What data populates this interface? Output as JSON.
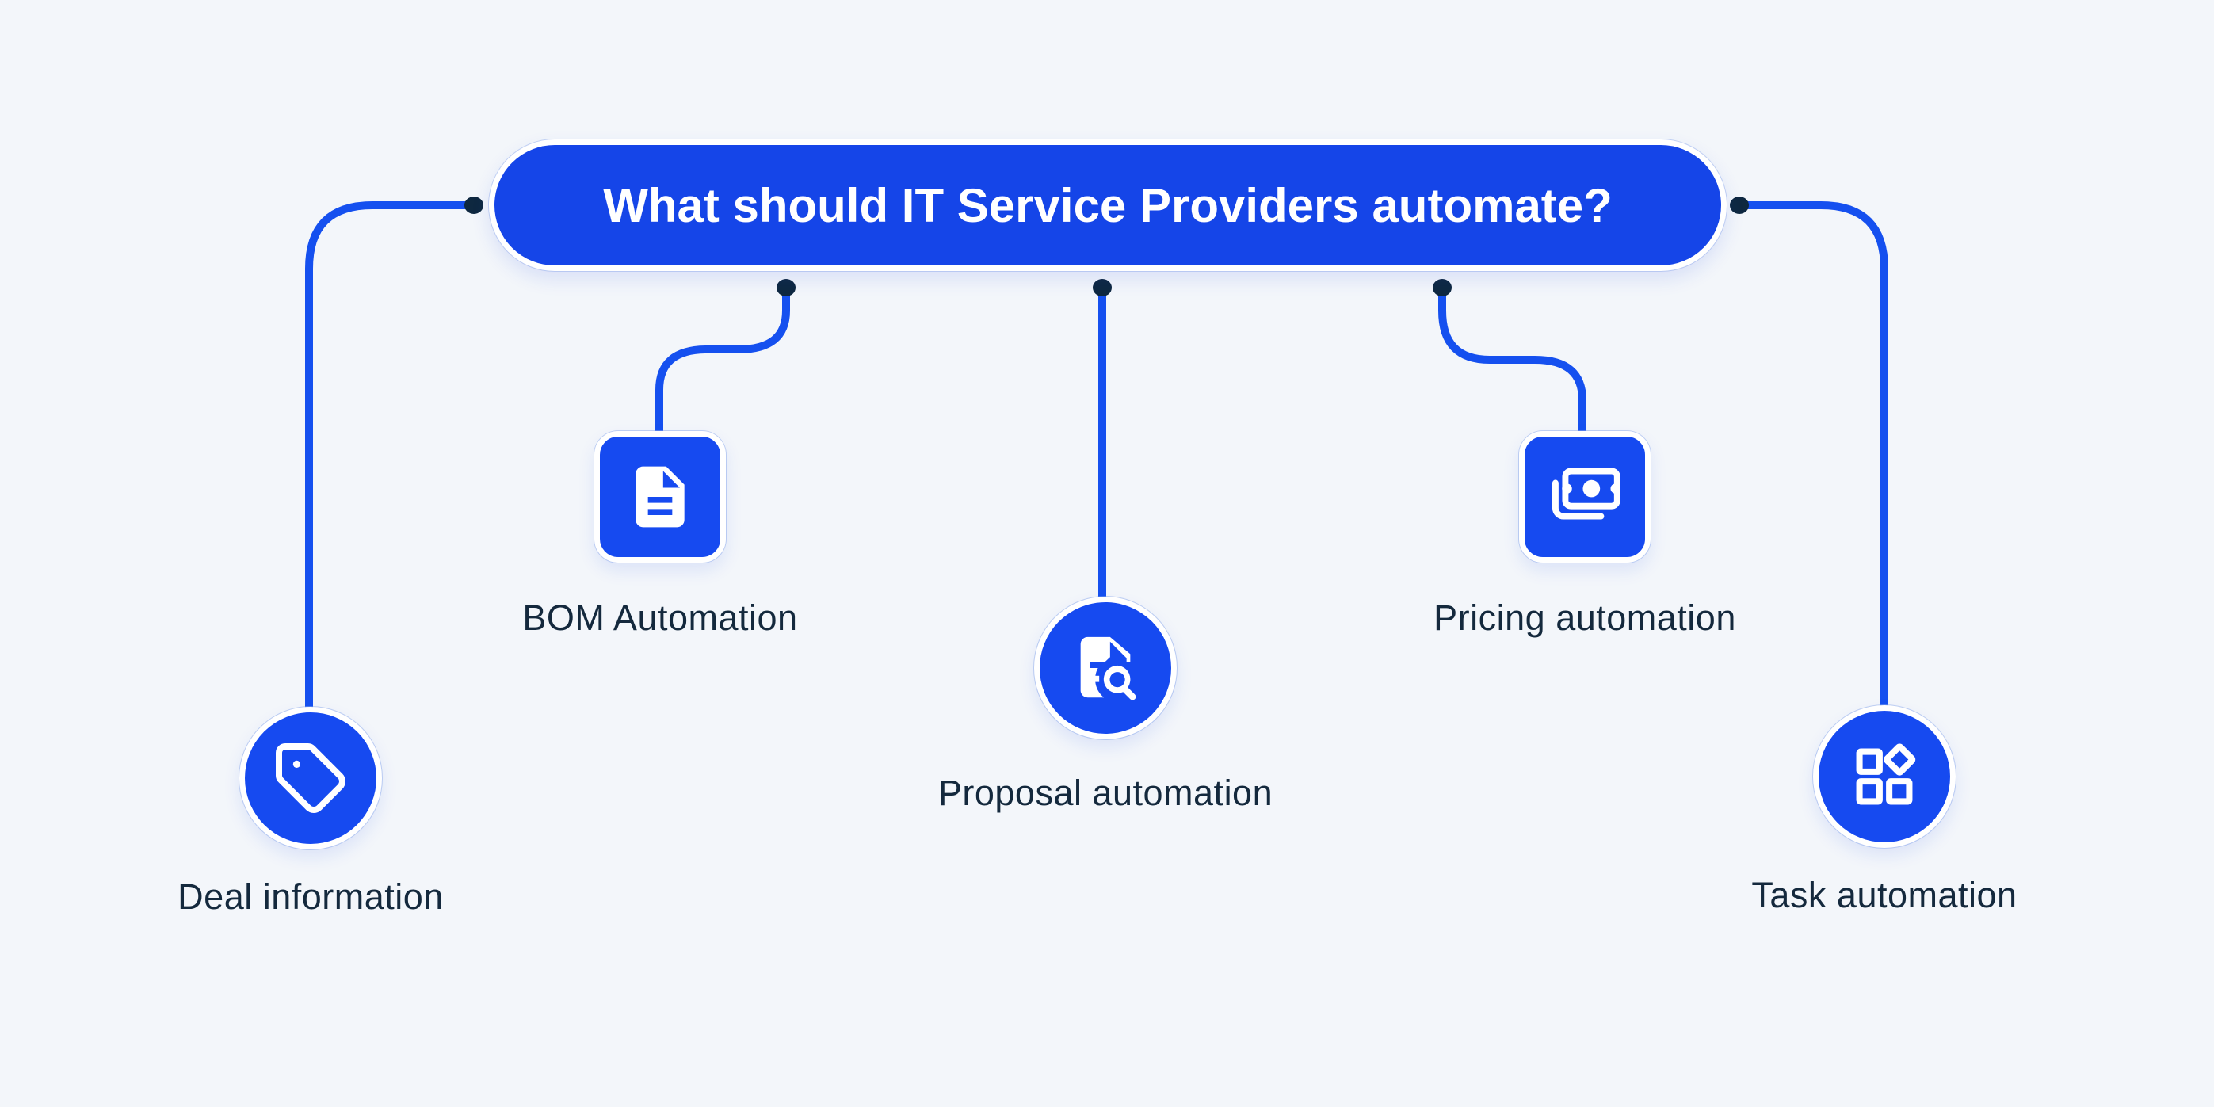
{
  "title": {
    "text": "What should IT Service Providers automate?"
  },
  "nodes": [
    {
      "id": "deal-information",
      "label": "Deal information",
      "icon": "tag-icon",
      "shape": "circle"
    },
    {
      "id": "bom-automation",
      "label": "BOM Automation",
      "icon": "document-icon",
      "shape": "rounded-square"
    },
    {
      "id": "proposal-automation",
      "label": "Proposal automation",
      "icon": "document-search-icon",
      "shape": "circle"
    },
    {
      "id": "pricing-automation",
      "label": "Pricing automation",
      "icon": "banknote-icon",
      "shape": "rounded-square"
    },
    {
      "id": "task-automation",
      "label": "Task automation",
      "icon": "widgets-icon",
      "shape": "circle"
    }
  ],
  "colors": {
    "accent": "#1545e8",
    "icon-bg": "#164af0",
    "line": "#1550ef",
    "dot": "#0e2840",
    "label": "#14293d",
    "canvas-bg": "#f3f6fa",
    "node-border": "#ffffff",
    "title-text": "#ffffff"
  }
}
